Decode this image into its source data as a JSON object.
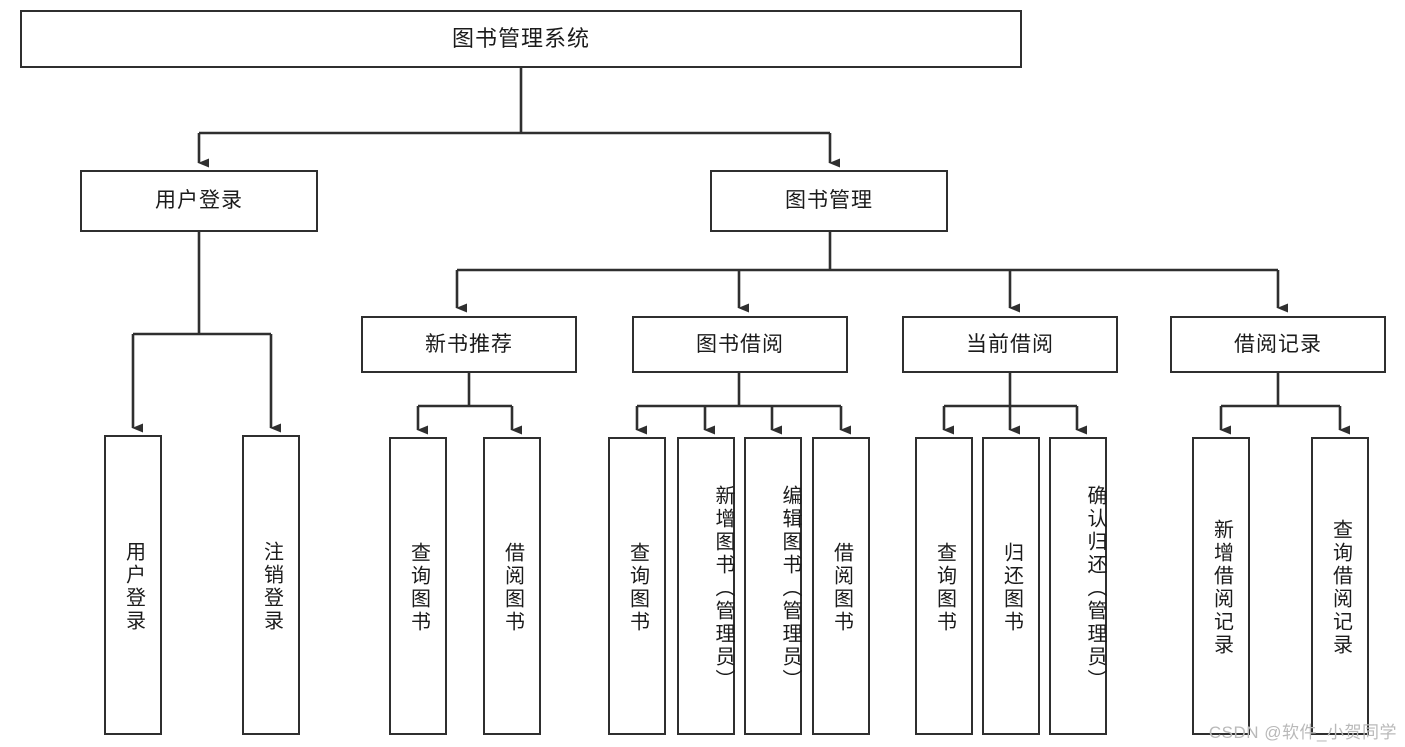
{
  "diagram": {
    "title": "图书管理系统",
    "type": "functional-structure-tree",
    "root": {
      "id": "root",
      "label": "图书管理系统"
    },
    "level2": [
      {
        "id": "user-login",
        "label": "用户登录"
      },
      {
        "id": "book-manage",
        "label": "图书管理"
      }
    ],
    "level3": [
      {
        "id": "new-book-recommend",
        "label": "新书推荐",
        "parent": "book-manage"
      },
      {
        "id": "book-borrow",
        "label": "图书借阅",
        "parent": "book-manage"
      },
      {
        "id": "current-borrow",
        "label": "当前借阅",
        "parent": "book-manage"
      },
      {
        "id": "borrow-record",
        "label": "借阅记录",
        "parent": "book-manage"
      }
    ],
    "leaves": [
      {
        "id": "leaf-user-login",
        "label": "用户登录",
        "parent": "user-login"
      },
      {
        "id": "leaf-logout-login",
        "label": "注销登录",
        "parent": "user-login"
      },
      {
        "id": "leaf-query-book-1",
        "label": "查询图书",
        "parent": "new-book-recommend"
      },
      {
        "id": "leaf-borrow-book-1",
        "label": "借阅图书",
        "parent": "new-book-recommend"
      },
      {
        "id": "leaf-query-book-2",
        "label": "查询图书",
        "parent": "book-borrow"
      },
      {
        "id": "leaf-add-book",
        "label": "新增图书（管理员）",
        "parent": "book-borrow"
      },
      {
        "id": "leaf-edit-book",
        "label": "编辑图书（管理员）",
        "parent": "book-borrow"
      },
      {
        "id": "leaf-borrow-book-2",
        "label": "借阅图书",
        "parent": "book-borrow"
      },
      {
        "id": "leaf-query-book-3",
        "label": "查询图书",
        "parent": "current-borrow"
      },
      {
        "id": "leaf-return-book",
        "label": "归还图书",
        "parent": "current-borrow"
      },
      {
        "id": "leaf-confirm-return",
        "label": "确认归还（管理员）",
        "parent": "current-borrow"
      },
      {
        "id": "leaf-add-record",
        "label": "新增借阅记录",
        "parent": "borrow-record"
      },
      {
        "id": "leaf-query-record",
        "label": "查询借阅记录",
        "parent": "borrow-record"
      }
    ]
  },
  "watermark": {
    "text": "CSDN @软件_小贺同学"
  },
  "colors": {
    "stroke": "#2f2f2f",
    "background": "#ffffff",
    "text": "#1b1b1b",
    "watermark": "#b9b9b9"
  }
}
